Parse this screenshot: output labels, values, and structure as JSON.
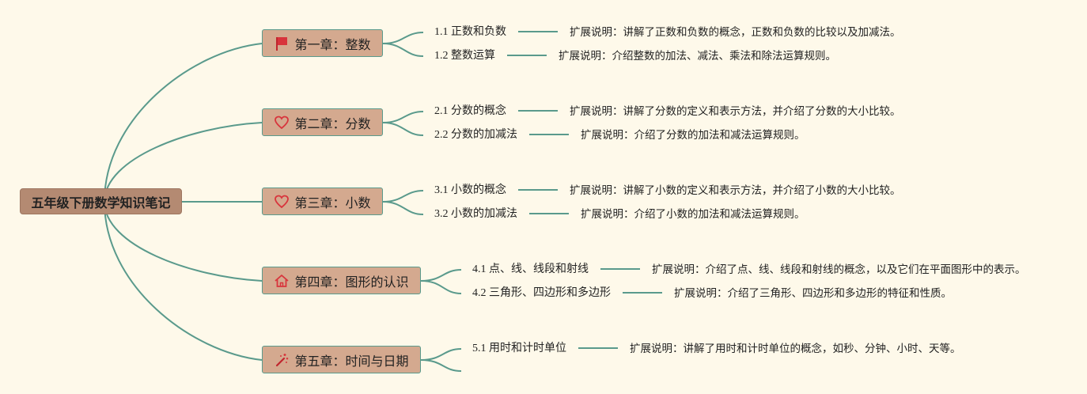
{
  "root": {
    "title": "五年级下册数学知识笔记"
  },
  "chapters": [
    {
      "title": "第一章：整数",
      "icon": "red-flag-icon",
      "topics": [
        {
          "label": "1.1 正数和负数",
          "note": "扩展说明：讲解了正数和负数的概念，正数和负数的比较以及加减法。"
        },
        {
          "label": "1.2 整数运算",
          "note": "扩展说明：介绍整数的加法、减法、乘法和除法运算规则。"
        }
      ]
    },
    {
      "title": "第二章：分数",
      "icon": "heart-icon",
      "topics": [
        {
          "label": "2.1 分数的概念",
          "note": "扩展说明：讲解了分数的定义和表示方法，并介绍了分数的大小比较。"
        },
        {
          "label": "2.2 分数的加减法",
          "note": "扩展说明：介绍了分数的加法和减法运算规则。"
        }
      ]
    },
    {
      "title": "第三章：小数",
      "icon": "heart-icon",
      "topics": [
        {
          "label": "3.1 小数的概念",
          "note": "扩展说明：讲解了小数的定义和表示方法，并介绍了小数的大小比较。"
        },
        {
          "label": "3.2 小数的加减法",
          "note": "扩展说明：介绍了小数的加法和减法运算规则。"
        }
      ]
    },
    {
      "title": "第四章：图形的认识",
      "icon": "house-icon",
      "topics": [
        {
          "label": "4.1 点、线、线段和射线",
          "note": "扩展说明：介绍了点、线、线段和射线的概念，以及它们在平面图形中的表示。"
        },
        {
          "label": "4.2 三角形、四边形和多边形",
          "note": "扩展说明：介绍了三角形、四边形和多边形的特征和性质。"
        }
      ]
    },
    {
      "title": "第五章：时间与日期",
      "icon": "magic-wand-icon",
      "topics": [
        {
          "label": "5.1 用时和计时单位",
          "note": "扩展说明：讲解了用时和计时单位的概念，如秒、分钟、小时、天等。"
        }
      ]
    }
  ],
  "colors": {
    "background": "#fef9ea",
    "connector": "#5a9a8c",
    "root_fill": "#b48a72",
    "chapter_fill": "#d4a98f",
    "icon_red": "#d8343c"
  }
}
